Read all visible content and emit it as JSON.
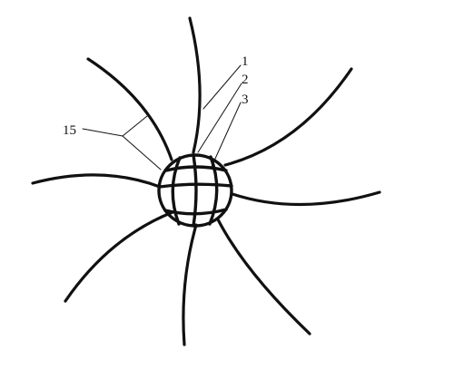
{
  "labels": {
    "label_1": "1",
    "label_2": "2",
    "label_3": "3",
    "label_15": "15"
  },
  "colors": {
    "ink": "#111111",
    "background": "#ffffff"
  }
}
